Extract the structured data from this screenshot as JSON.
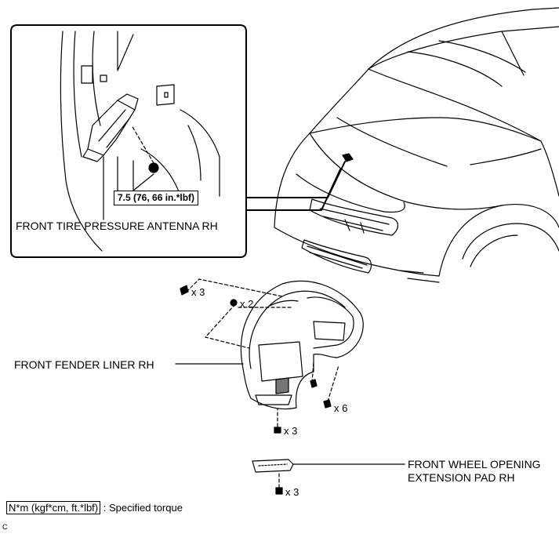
{
  "labels": {
    "antenna": "FRONT TIRE PRESSURE ANTENNA RH",
    "torque_value": "7.5 (76, 66 in.*lbf)",
    "fender_liner": "FRONT FENDER LINER RH",
    "extension_pad_line1": "FRONT WHEEL OPENING",
    "extension_pad_line2": "EXTENSION PAD RH"
  },
  "quantities": {
    "screws_top": "x 3",
    "clips_upper": "x 2",
    "screws_side": "x 6",
    "clips_bottom": "x 3",
    "pad_clips": "x 3"
  },
  "legend": {
    "torque_unit": "N*m (kgf*cm, ft.*lbf)",
    "separator": ":",
    "description": "Specified torque"
  },
  "figure_code": "C"
}
